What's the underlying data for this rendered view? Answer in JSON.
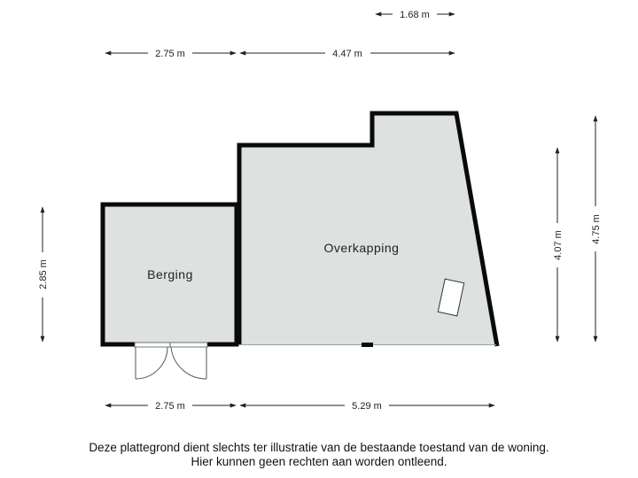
{
  "rooms": {
    "berging": "Berging",
    "overkapping": "Overkapping"
  },
  "dimensions": {
    "top_small": "1.68 m",
    "top_left": "2.75 m",
    "top_right": "4.47 m",
    "bottom_left": "2.75 m",
    "bottom_right": "5.29 m",
    "left_height": "2.85 m",
    "right_inner_height": "4.07 m",
    "right_outer_height": "4.75 m"
  },
  "disclaimer": {
    "line1": "Deze plattegrond dient slechts ter illustratie van de bestaande toestand van de woning.",
    "line2": "Hier kunnen geen rechten aan worden ontleend."
  },
  "colors": {
    "floor": "#dde1e0",
    "wall": "#0a0a0a",
    "dimension": "#222222"
  }
}
